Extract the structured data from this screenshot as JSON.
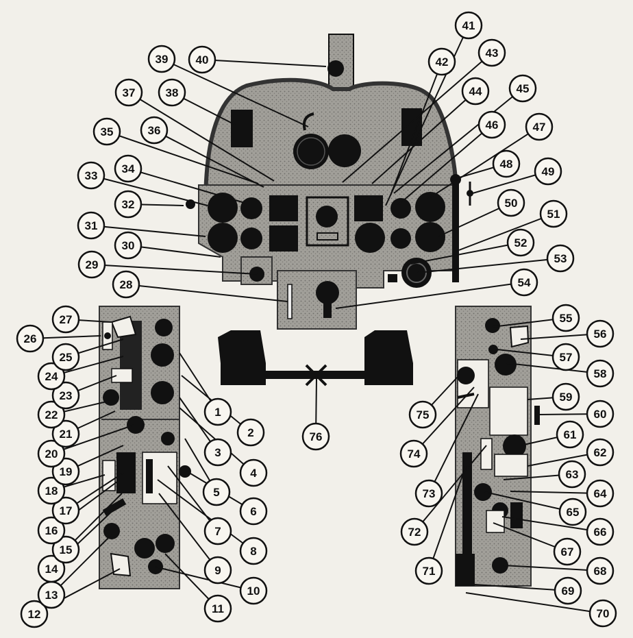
{
  "figure": {
    "callout_labels": {
      "1": "1",
      "2": "2",
      "3": "3",
      "4": "4",
      "5": "5",
      "6": "6",
      "7": "7",
      "8": "8",
      "9": "9",
      "10": "10",
      "11": "11",
      "12": "12",
      "13": "13",
      "14": "14",
      "15": "15",
      "16": "16",
      "17": "17",
      "18": "18",
      "19": "19",
      "20": "20",
      "21": "21",
      "22": "22",
      "23": "23",
      "24": "24",
      "25": "25",
      "26": "26",
      "27": "27",
      "28": "28",
      "29": "29",
      "30": "30",
      "31": "31",
      "32": "32",
      "33": "33",
      "34": "34",
      "35": "35",
      "36": "36",
      "37": "37",
      "38": "38",
      "39": "39",
      "40": "40",
      "41": "41",
      "42": "42",
      "43": "43",
      "44": "44",
      "45": "45",
      "46": "46",
      "47": "47",
      "48": "48",
      "49": "49",
      "50": "50",
      "51": "51",
      "52": "52",
      "53": "53",
      "54": "54",
      "55": "55",
      "56": "56",
      "57": "57",
      "58": "58",
      "59": "59",
      "60": "60",
      "61": "61",
      "62": "62",
      "63": "63",
      "64": "64",
      "65": "65",
      "66": "66",
      "67": "67",
      "68": "68",
      "69": "69",
      "70": "70",
      "71": "71",
      "72": "72",
      "73": "73",
      "74": "74",
      "75": "75",
      "76": "76"
    },
    "colors": {
      "panel": "#9c9a95",
      "ink": "#111111",
      "paper": "#f2f0ea"
    }
  }
}
